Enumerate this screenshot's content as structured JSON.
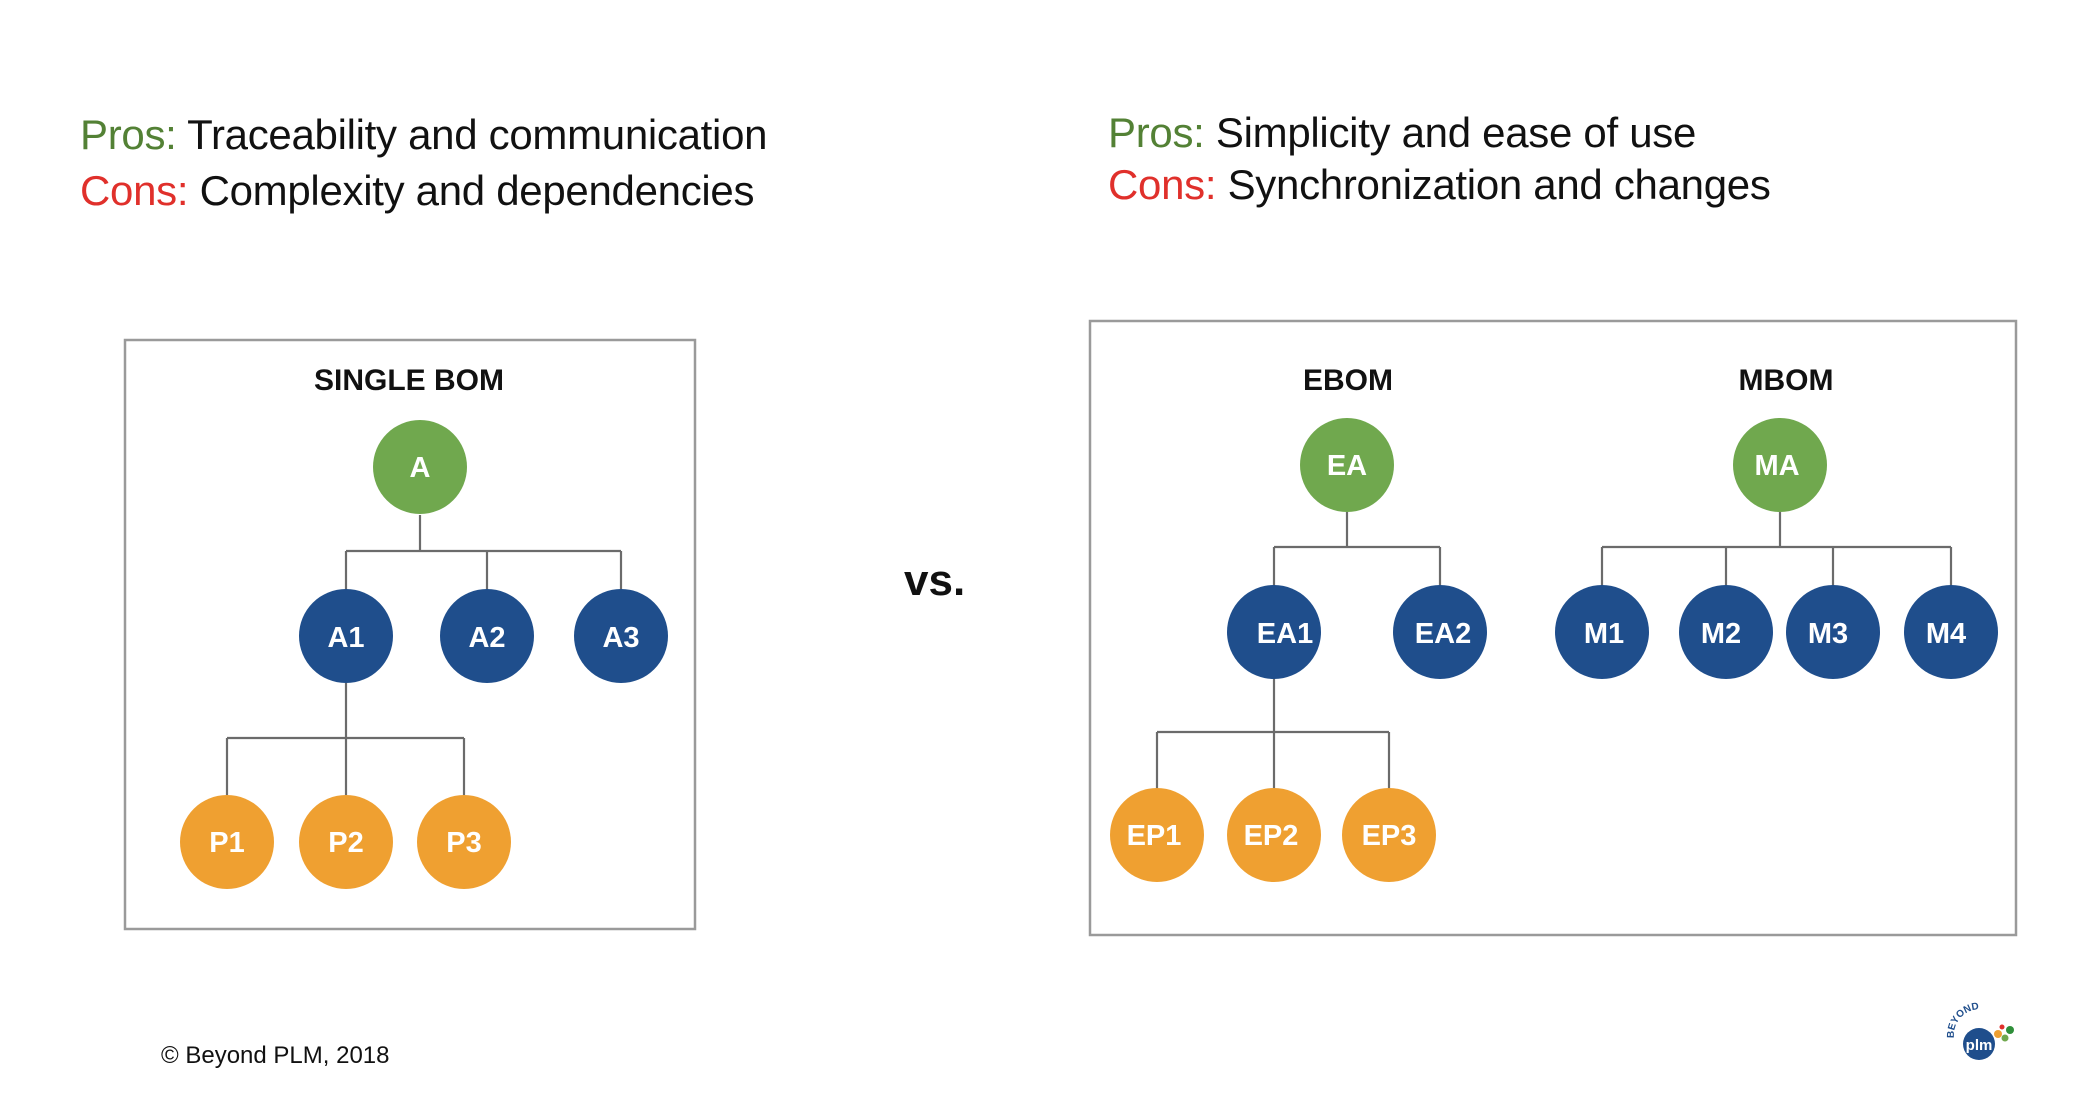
{
  "left": {
    "pros_label": "Pros:",
    "pros_text": "Traceability and communication",
    "cons_label": "Cons:",
    "cons_text": "Complexity and dependencies"
  },
  "right": {
    "pros_label": "Pros:",
    "pros_text": "Simplicity and ease of use",
    "cons_label": "Cons:",
    "cons_text": "Synchronization and changes"
  },
  "vs_text": "vs.",
  "copyright": "© Beyond PLM, 2018",
  "colors": {
    "pros": "#538135",
    "cons": "#e0302b",
    "root_node": "#70a84e",
    "assembly_node": "#1f4e8c",
    "part_node": "#efa031"
  },
  "panels": {
    "single_bom": {
      "title": "SINGLE BOM",
      "root": "A",
      "children": [
        "A1",
        "A2",
        "A3"
      ],
      "parts_of_A1": [
        "P1",
        "P2",
        "P3"
      ]
    },
    "ebom": {
      "title": "EBOM",
      "root": "EA",
      "children": [
        "EA1",
        "EA2"
      ],
      "parts_of_EA1": [
        "EP1",
        "EP2",
        "EP3"
      ]
    },
    "mbom": {
      "title": "MBOM",
      "root": "MA",
      "children": [
        "M1",
        "M2",
        "M3",
        "M4"
      ]
    }
  },
  "logo": {
    "arc_text": "BEYOND",
    "center_text": "plm",
    "icon": "beyond-plm-logo"
  }
}
